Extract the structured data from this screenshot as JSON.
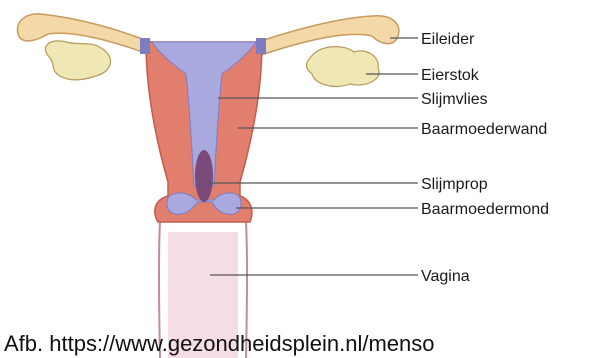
{
  "labels": {
    "eileider": "Eileider",
    "eierstok": "Eierstok",
    "slijmvlies": "Slijmvlies",
    "baarmoederwand": "Baarmoederwand",
    "slijmprop": "Slijmprop",
    "baarmoedermond": "Baarmoedermond",
    "vagina": "Vagina"
  },
  "caption": "Afb. https://www.gezondheidsplein.nl/menso",
  "colors": {
    "tube": "#f3d9a8",
    "tube_outline": "#c99a5b",
    "ovary": "#efe8b5",
    "ovary_outline": "#b59a5e",
    "uterus_wall": "#e27e6e",
    "uterus_outline": "#c25b4b",
    "mucosa": "#a9a9df",
    "mucosa_outline": "#7c7cc0",
    "mucus_plug": "#7b4a7a",
    "vagina": "#f4dde3",
    "vagina_outline": "#c98a96"
  }
}
